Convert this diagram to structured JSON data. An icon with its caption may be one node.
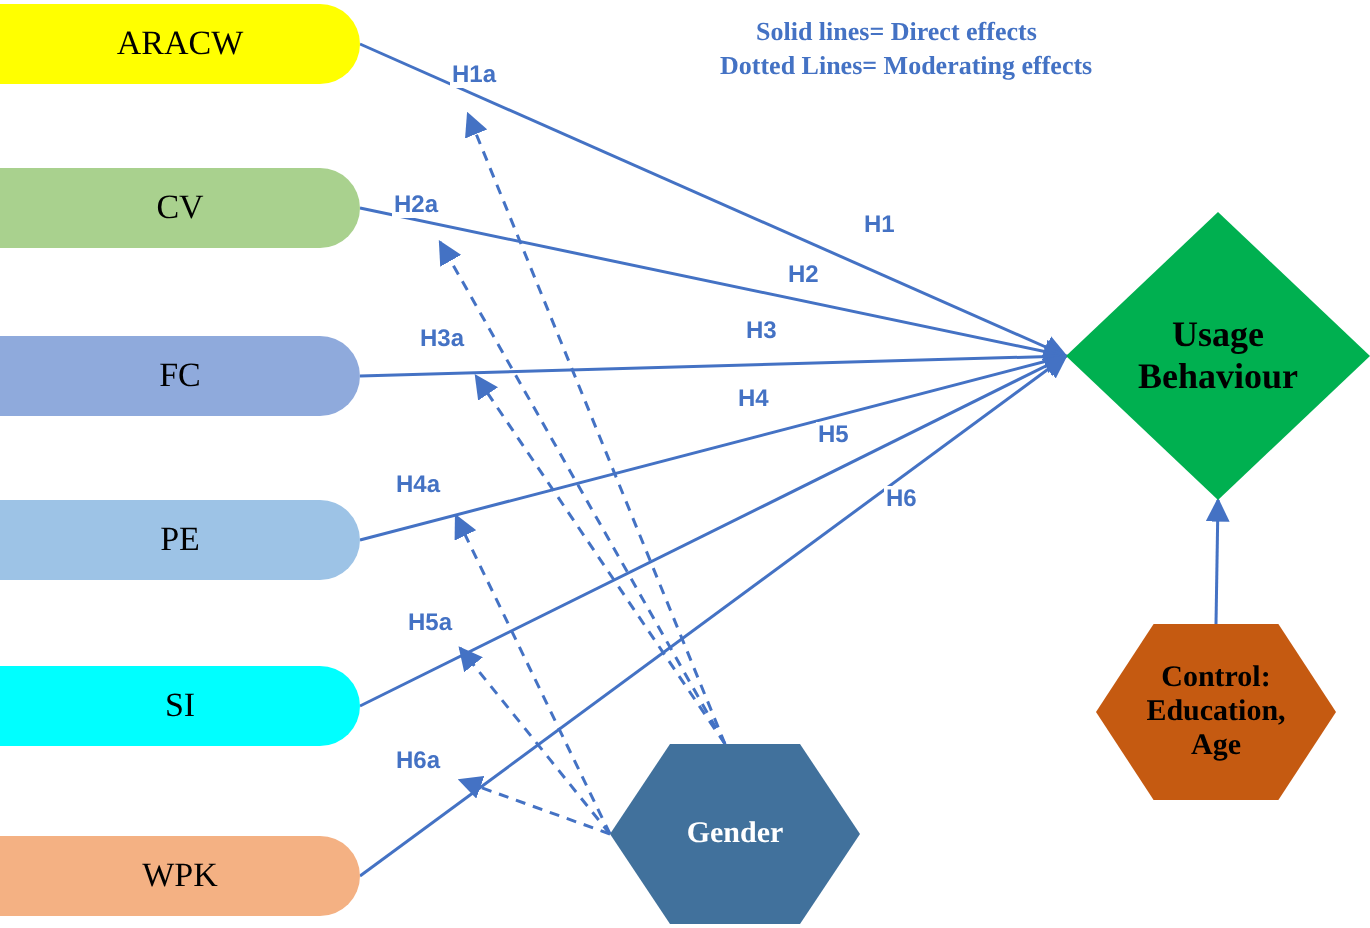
{
  "diagram": {
    "nodes": [
      {
        "text": [
          "ARACW"
        ]
      },
      {
        "text": [
          "CV"
        ]
      },
      {
        "text": [
          "FC"
        ]
      },
      {
        "text": [
          "PE"
        ]
      },
      {
        "text": [
          "SI"
        ]
      },
      {
        "text": [
          "WPK"
        ]
      },
      {
        "text": [
          "Usage Behaviour"
        ]
      },
      {
        "text": [
          "Control: Education, Age"
        ]
      },
      {
        "text": [
          "Gender"
        ]
      }
    ],
    "edges": [
      {
        "from": 0,
        "to": 6,
        "arrow": "to",
        "label": "H1"
      },
      {
        "from": 1,
        "to": 6,
        "arrow": "to",
        "label": "H2"
      },
      {
        "from": 2,
        "to": 6,
        "arrow": "to",
        "label": "H3"
      },
      {
        "from": 3,
        "to": 6,
        "arrow": "to",
        "label": "H4"
      },
      {
        "from": 4,
        "to": 6,
        "arrow": "to",
        "label": "H5"
      },
      {
        "from": 5,
        "to": 6,
        "arrow": "to",
        "label": "H6"
      },
      {
        "from": 7,
        "to": 6,
        "arrow": "to"
      },
      {
        "from": 8,
        "to": null,
        "arrow": "to",
        "label": "H1a",
        "style": "dashed"
      },
      {
        "from": 8,
        "to": null,
        "arrow": "to",
        "label": "H2a",
        "style": "dashed"
      },
      {
        "from": 8,
        "to": null,
        "arrow": "to",
        "label": "H3a",
        "style": "dashed"
      },
      {
        "from": 8,
        "to": null,
        "arrow": "to",
        "label": "H4a",
        "style": "dashed"
      },
      {
        "from": 8,
        "to": null,
        "arrow": "to",
        "label": "H5a",
        "style": "dashed"
      },
      {
        "from": 8,
        "to": null,
        "arrow": "to",
        "label": "H6a",
        "style": "dashed"
      }
    ],
    "labels": [
      "Solid lines= Direct effects",
      "Dotted Lines= Moderating effects"
    ]
  }
}
